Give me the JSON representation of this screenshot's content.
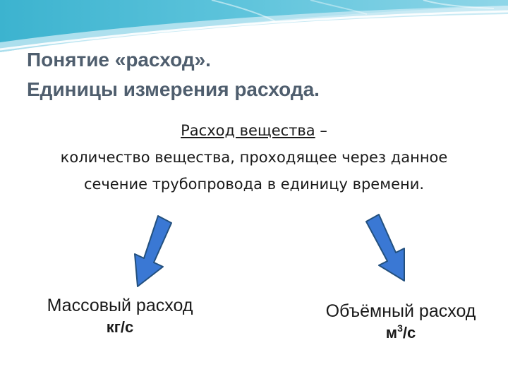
{
  "slide": {
    "title_line1": "Понятие «расход».",
    "title_line2": "Единицы измерения расхода.",
    "definition": {
      "term": "Расход вещества",
      "dash": " –",
      "line2": "количество вещества, проходящее через данное",
      "line3": "сечение трубопровода в единицу времени."
    },
    "mass_flow": {
      "name": "Массовый расход",
      "unit": "кг/с"
    },
    "volume_flow": {
      "name": "Объёмный расход",
      "unit_base": "м",
      "unit_exp": "3",
      "unit_tail": "/с"
    }
  },
  "colors": {
    "title": "#4f5e6e",
    "arrow_fill": "#3a78d4",
    "arrow_stroke": "#23507e",
    "header_teal": "#41b8d2",
    "header_light": "#bfe6f2"
  },
  "icons": [
    "arrow-down-left-icon",
    "arrow-down-right-icon"
  ]
}
